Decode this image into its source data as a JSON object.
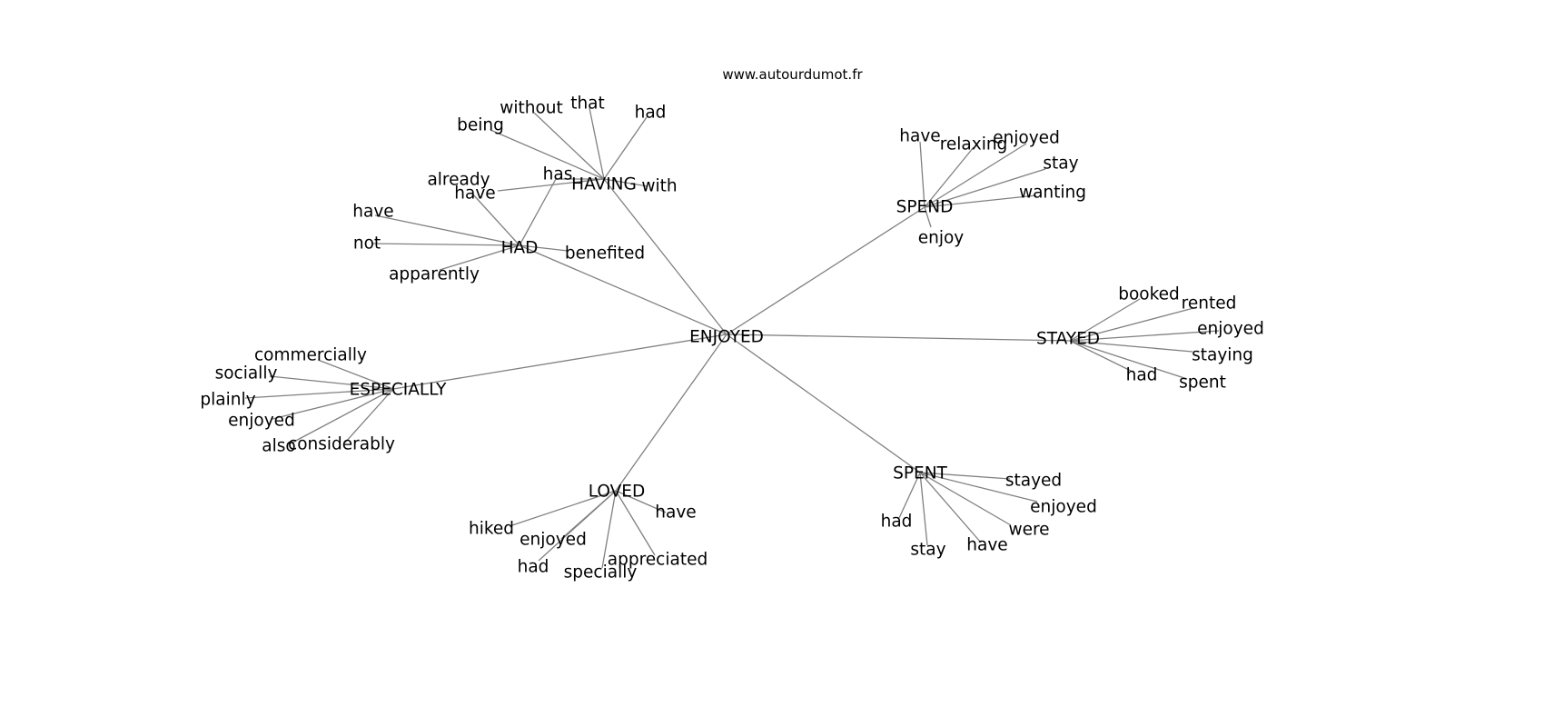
{
  "source": "www.autourdumot.fr",
  "center": "ENJOYED",
  "clusters": [
    {
      "label": "HAVING",
      "words": [
        "without",
        "that",
        "had",
        "being",
        "has",
        "with",
        "have"
      ]
    },
    {
      "label": "HAD",
      "words": [
        "already",
        "have",
        "not",
        "apparently",
        "benefited"
      ]
    },
    {
      "label": "SPEND",
      "words": [
        "have",
        "relaxing",
        "enjoyed",
        "stay",
        "wanting",
        "enjoy"
      ]
    },
    {
      "label": "STAYED",
      "words": [
        "booked",
        "rented",
        "enjoyed",
        "staying",
        "had",
        "spent"
      ]
    },
    {
      "label": "ESPECIALLY",
      "words": [
        "commercially",
        "socially",
        "plainly",
        "enjoyed",
        "also",
        "considerably"
      ]
    },
    {
      "label": "LOVED",
      "words": [
        "hiked",
        "have",
        "enjoyed",
        "had",
        "specially",
        "appreciated"
      ]
    },
    {
      "label": "SPENT",
      "words": [
        "stayed",
        "enjoyed",
        "were",
        "had",
        "stay",
        "have"
      ]
    }
  ],
  "links": [
    [
      "HAVING",
      "HAD"
    ]
  ]
}
